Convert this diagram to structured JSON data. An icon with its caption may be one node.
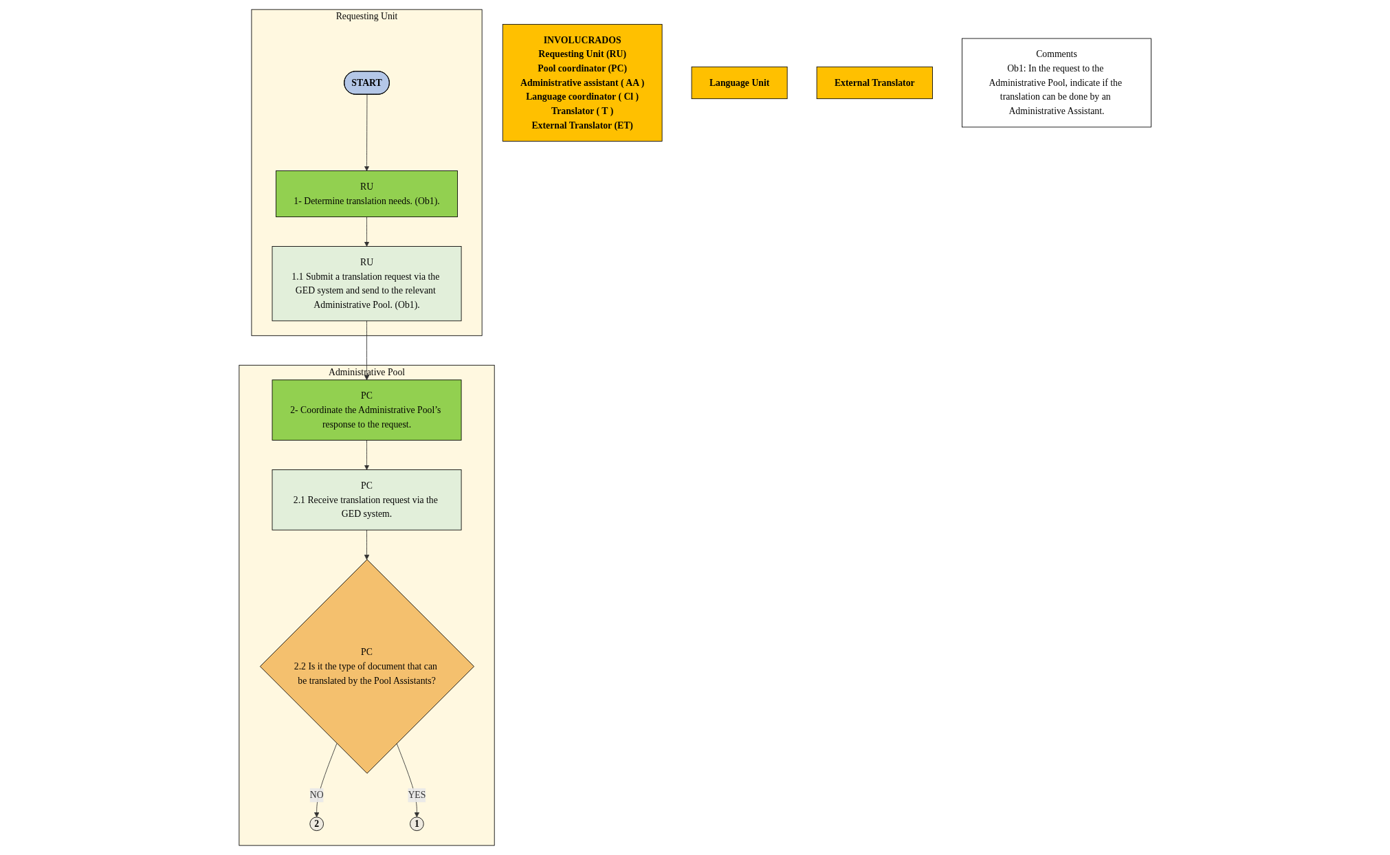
{
  "diagram": {
    "nodes": [
      {
        "text": [
          "INVOLUCRADOS",
          "Requesting Unit (RU)",
          "Pool coordinator (PC)",
          "Administrative assistant ( AA )",
          "Language coordinator ( Cl )",
          "Translator ( T )",
          "External Translator (ET)"
        ]
      },
      {
        "text": [
          "Requesting Unit"
        ]
      },
      {
        "text": [
          "START"
        ],
        "in": 1
      },
      {
        "text": [
          "RU",
          "1- Determine translation needs. (Ob1)."
        ],
        "in": 1
      },
      {
        "text": [
          "RU",
          "1.1 Submit a translation request via the GED system and send to the relevant Administrative Pool. (Ob1)."
        ],
        "in": 1
      },
      {
        "text": [
          "Administrative Pool"
        ]
      },
      {
        "text": [
          "PC",
          "2- Coordinate the Administrative Pool’s response to the request."
        ],
        "in": 5
      },
      {
        "text": [
          "PC",
          "2.1 Receive translation request via the GED system."
        ],
        "in": 5
      },
      {
        "text": [
          "PC",
          "2.2 Is it the type of document that can be translated by the Pool Assistants?"
        ],
        "in": 5
      },
      {
        "text": [
          "2"
        ],
        "in": 5
      },
      {
        "text": [
          "1"
        ],
        "in": 5
      },
      {
        "text": [
          "Language Unit"
        ]
      },
      {
        "text": [
          "External Translator"
        ]
      },
      {
        "text": [
          "Comments",
          "Ob1: In the request to the Administrative Pool, indicate if the translation can be done by an Administrative Assistant."
        ]
      }
    ],
    "edges": [
      {
        "from": 2,
        "to": 3,
        "arrow": "to"
      },
      {
        "from": 3,
        "to": 4,
        "arrow": "to"
      },
      {
        "from": 4,
        "to": 6,
        "arrow": "to"
      },
      {
        "from": 6,
        "to": 7,
        "arrow": "to"
      },
      {
        "from": 7,
        "to": 8,
        "arrow": "to"
      },
      {
        "from": 8,
        "to": 9,
        "label": "NO",
        "arrow": "to"
      },
      {
        "from": 8,
        "to": 10,
        "label": "YES",
        "arrow": "to"
      }
    ]
  }
}
